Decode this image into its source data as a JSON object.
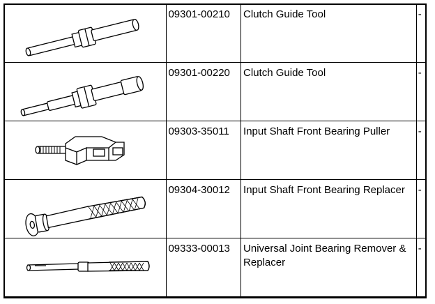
{
  "tools": [
    {
      "part_number": "09301-00210",
      "name": "Clutch Guide Tool",
      "note": "-",
      "icon": "clutch-guide-tool-icon"
    },
    {
      "part_number": "09301-00220",
      "name": "Clutch Guide Tool",
      "note": "-",
      "icon": "clutch-guide-tool-icon"
    },
    {
      "part_number": "09303-35011",
      "name": "Input Shaft Front Bearing Puller",
      "note": "-",
      "icon": "bearing-puller-icon"
    },
    {
      "part_number": "09304-30012",
      "name": "Input Shaft Front Bearing Replacer",
      "note": "-",
      "icon": "bearing-replacer-icon"
    },
    {
      "part_number": "09333-00013",
      "name": "Universal Joint Bearing Remover & Replacer",
      "note": "-",
      "icon": "joint-bearing-tool-icon"
    }
  ]
}
